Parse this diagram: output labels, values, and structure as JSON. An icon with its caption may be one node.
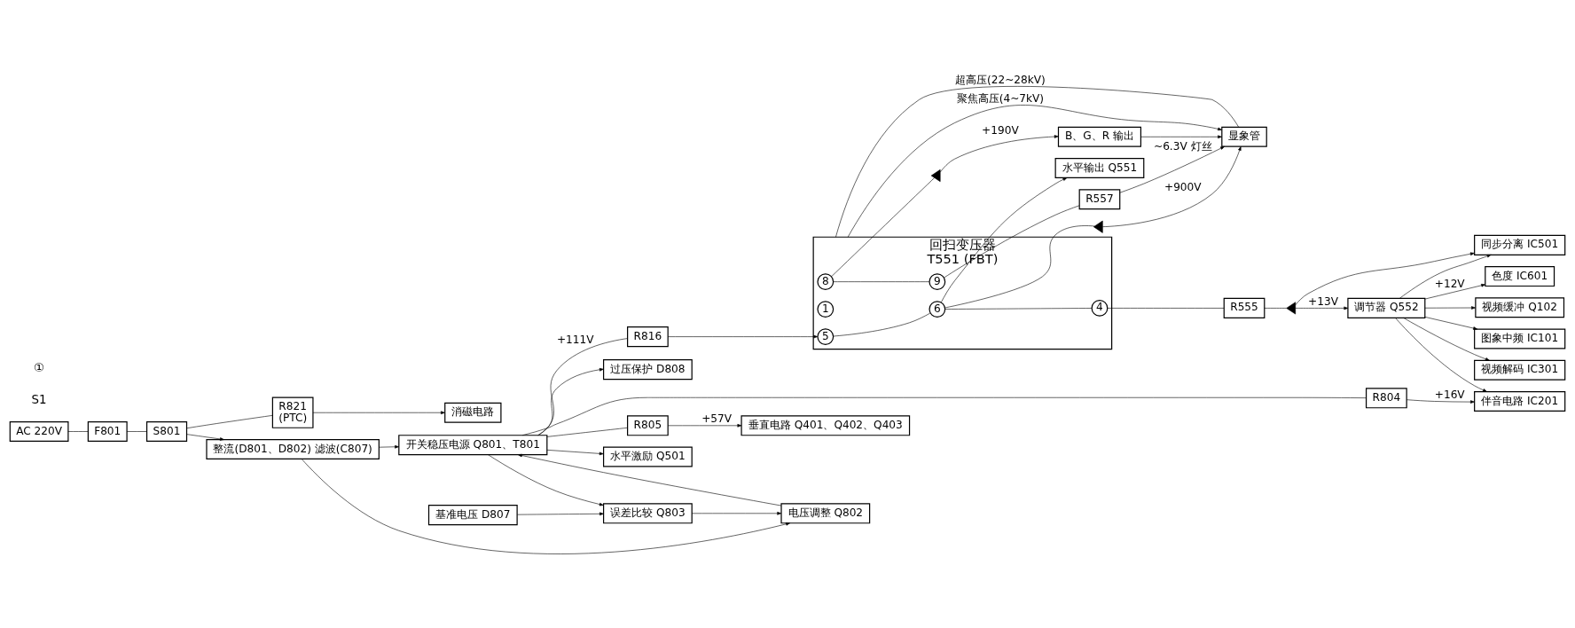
{
  "diagram": {
    "nodes": [
      {
        "text": [
          "AC 220V"
        ]
      },
      {
        "text": [
          "F801"
        ]
      },
      {
        "text": [
          "S801"
        ]
      },
      {
        "text": [
          "R821",
          "(PTC)"
        ]
      },
      {
        "text": [
          "整流(D801、D802) 滤波(C807)"
        ]
      },
      {
        "text": [
          "消磁电路"
        ]
      },
      {
        "text": [
          "伴音电路 IC201"
        ]
      },
      {
        "text": [
          "开关稳压电源 Q801、T801"
        ]
      },
      {
        "text": [
          "R804"
        ]
      },
      {
        "text": [
          "R805"
        ]
      },
      {
        "text": [
          "垂直电路 Q401、Q402、Q403"
        ]
      },
      {
        "text": [
          "R816"
        ]
      },
      {
        "text": [
          "电压调整 Q802"
        ]
      },
      {
        "text": [
          "误差比较 Q803"
        ]
      },
      {
        "text": [
          "基准电压 D807"
        ]
      },
      {
        "text": [
          "过压保护 D808"
        ]
      },
      {
        "text": [
          "水平激励 Q501"
        ]
      },
      {
        "text": [
          "水平输出 Q551"
        ]
      },
      {
        "text": [
          "回扫变压器",
          "T551 (FBT)"
        ]
      },
      {
        "text": [
          "8"
        ],
        "in": 18
      },
      {
        "text": [
          "9"
        ],
        "in": 18
      },
      {
        "text": [
          "1"
        ],
        "in": 18
      },
      {
        "text": [
          "4"
        ],
        "in": 18
      },
      {
        "text": [
          "5"
        ],
        "in": 18
      },
      {
        "text": [
          "6"
        ],
        "in": 18
      },
      {
        "text": [
          "B、G、R 输出"
        ]
      },
      {
        "text": [
          "R557"
        ]
      },
      {
        "text": [
          "显象管"
        ]
      },
      {
        "text": [
          "R555"
        ]
      },
      {
        "text": [
          "调节器 Q552"
        ]
      },
      {
        "text": [
          "视频缓冲 Q102"
        ]
      },
      {
        "text": [
          "图象中频 IC101"
        ]
      },
      {
        "text": [
          "视频解码 IC301"
        ]
      },
      {
        "text": [
          "同步分离 IC501"
        ]
      },
      {
        "text": [
          "色度 IC601"
        ]
      },
      {
        "text": [],
        "shape": "diode"
      },
      {
        "text": [],
        "shape": "diode"
      },
      {
        "text": [],
        "shape": "diode"
      }
    ],
    "edges": [
      {
        "from": 0,
        "to": 1,
        "arrow": "none"
      },
      {
        "from": 1,
        "to": 2,
        "arrow": "none"
      },
      {
        "from": 2,
        "to": 3,
        "arrow": "none"
      },
      {
        "from": 2,
        "to": 4,
        "arrow": "to"
      },
      {
        "from": 3,
        "to": 5,
        "arrow": "to"
      },
      {
        "from": 4,
        "to": 7,
        "arrow": "to"
      },
      {
        "from": 4,
        "to": 12,
        "arrow": "to"
      },
      {
        "from": 7,
        "to": 8,
        "arrow": "none"
      },
      {
        "from": 8,
        "to": 6,
        "label": "+16V",
        "arrow": "to"
      },
      {
        "from": 7,
        "to": 9,
        "arrow": "none"
      },
      {
        "from": 9,
        "to": 10,
        "label": "+57V",
        "arrow": "to"
      },
      {
        "from": 7,
        "to": 11,
        "label": "+111V",
        "arrow": "none"
      },
      {
        "from": 7,
        "to": 13,
        "arrow": "to"
      },
      {
        "from": 7,
        "to": 15,
        "arrow": "to"
      },
      {
        "from": 7,
        "to": 16,
        "arrow": "to"
      },
      {
        "from": 11,
        "to": 23,
        "arrow": "to"
      },
      {
        "from": 12,
        "to": 7,
        "arrow": "to"
      },
      {
        "from": 13,
        "to": 12,
        "arrow": "to"
      },
      {
        "from": 14,
        "to": 13,
        "arrow": "to"
      },
      {
        "from": 24,
        "to": 17,
        "arrow": "to"
      },
      {
        "from": 19,
        "to": 20,
        "arrow": "none"
      },
      {
        "from": 23,
        "to": 24,
        "arrow": "none"
      },
      {
        "from": 24,
        "to": 22,
        "arrow": "none"
      },
      {
        "from": 19,
        "to": 35,
        "arrow": "none"
      },
      {
        "from": 35,
        "to": 25,
        "label": "+190V",
        "arrow": "to"
      },
      {
        "from": 20,
        "to": 26,
        "arrow": "none"
      },
      {
        "from": 26,
        "to": 27,
        "label": "~6.3V 灯丝",
        "arrow": "to"
      },
      {
        "from": 22,
        "to": 28,
        "arrow": "none"
      },
      {
        "from": 28,
        "to": 36,
        "arrow": "none"
      },
      {
        "from": 36,
        "to": 29,
        "label": "+13V",
        "arrow": "to"
      },
      {
        "from": 36,
        "to": 33,
        "arrow": "to"
      },
      {
        "from": 24,
        "to": 37,
        "arrow": "none"
      },
      {
        "from": 37,
        "to": 27,
        "label": "+900V",
        "arrow": "to"
      },
      {
        "from": 18,
        "to": 27,
        "label": "超高压(22~28kV)",
        "arrow": "none"
      },
      {
        "from": 18,
        "to": 27,
        "label": "聚焦高压(4~7kV)",
        "arrow": "to"
      },
      {
        "from": 25,
        "to": 27,
        "arrow": "to"
      },
      {
        "from": 29,
        "to": 34,
        "label": "+12V",
        "arrow": "to"
      },
      {
        "from": 29,
        "to": 30,
        "arrow": "to"
      },
      {
        "from": 29,
        "to": 31,
        "arrow": "to"
      },
      {
        "from": 29,
        "to": 32,
        "arrow": "to"
      },
      {
        "from": 29,
        "to": 33,
        "arrow": "to"
      },
      {
        "from": 29,
        "to": 6,
        "arrow": "to"
      }
    ],
    "labels": [
      "S1",
      "①"
    ]
  }
}
